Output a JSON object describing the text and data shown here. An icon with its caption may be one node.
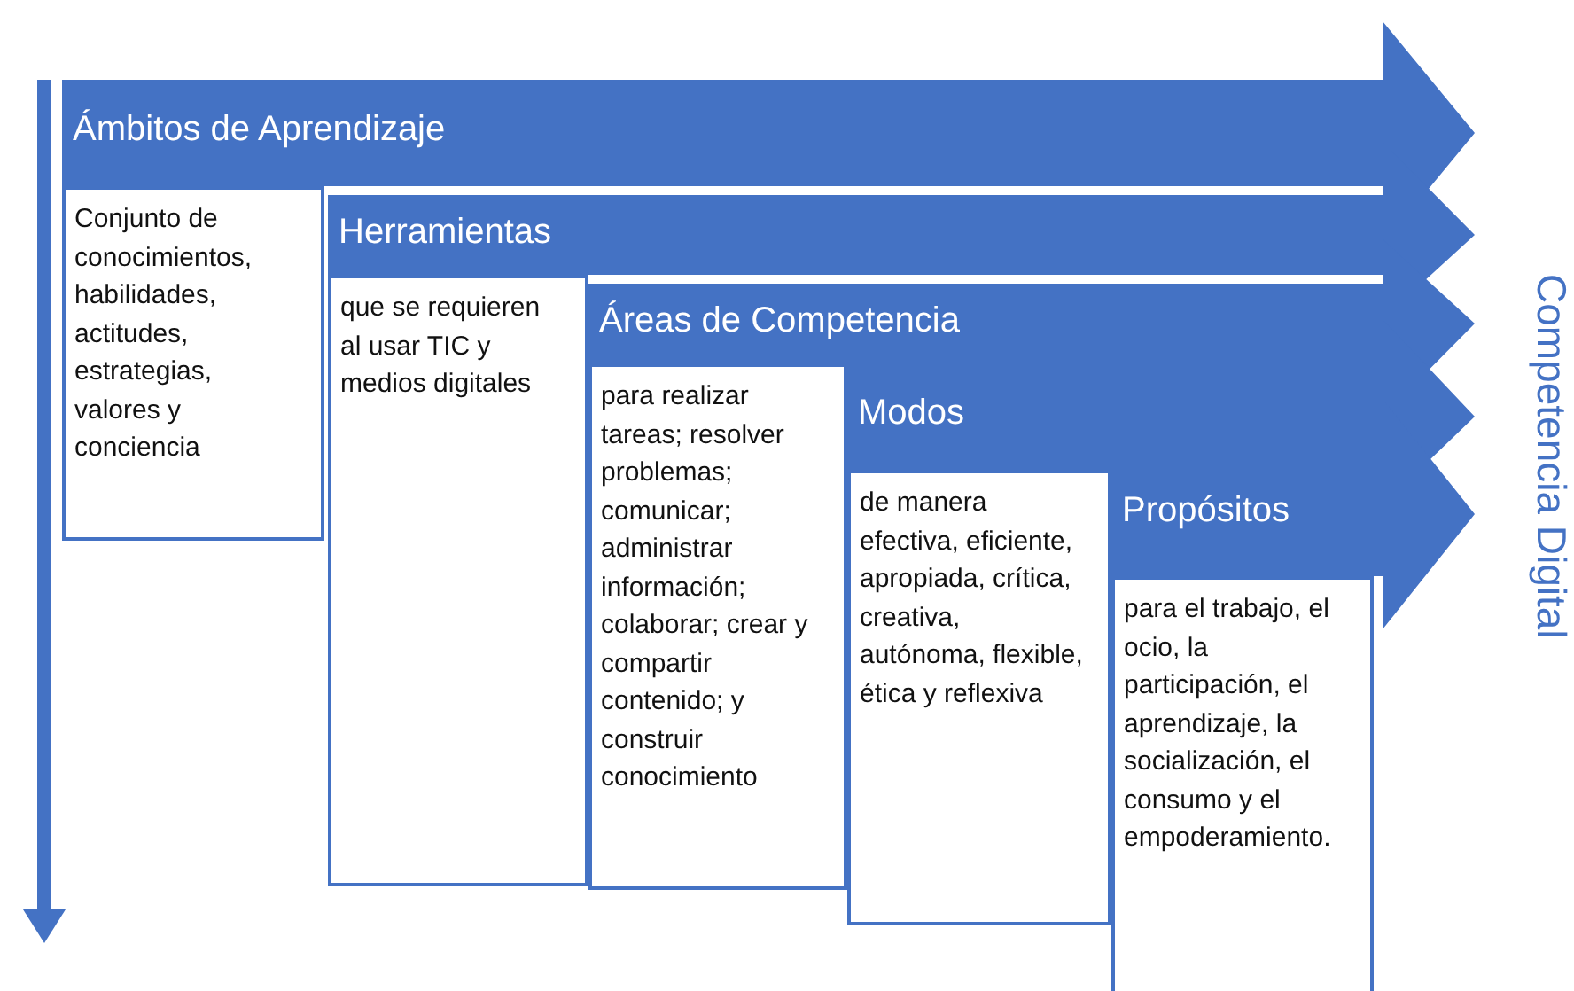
{
  "diagram": {
    "nodes": [
      {
        "text": [
          "Ámbitos de Aprendizaje"
        ]
      },
      {
        "text": [
          "Conjunto de conocimientos, habilidades, actitudes, estrategias, valores y conciencia"
        ]
      },
      {
        "text": [
          "Herramientas"
        ]
      },
      {
        "text": [
          "que se requieren al usar TIC y medios digitales"
        ]
      },
      {
        "text": [
          "Áreas de Competencia"
        ]
      },
      {
        "text": [
          "para realizar tareas; resolver problemas; comunicar; administrar información; colaborar; crear y compartir contenido; y construir conocimiento"
        ]
      },
      {
        "text": [
          "Modos"
        ]
      },
      {
        "text": [
          "de manera efectiva, eficiente, apropiada, crítica, creativa, autónoma, flexible, ética y reflexiva"
        ]
      },
      {
        "text": [
          "Propósitos"
        ]
      },
      {
        "text": [
          "para el trabajo, el ocio, la participación, el aprendizaje, la socialización, el consumo y el empoderamiento."
        ]
      }
    ],
    "labels": [
      "Competencia Digital"
    ]
  }
}
